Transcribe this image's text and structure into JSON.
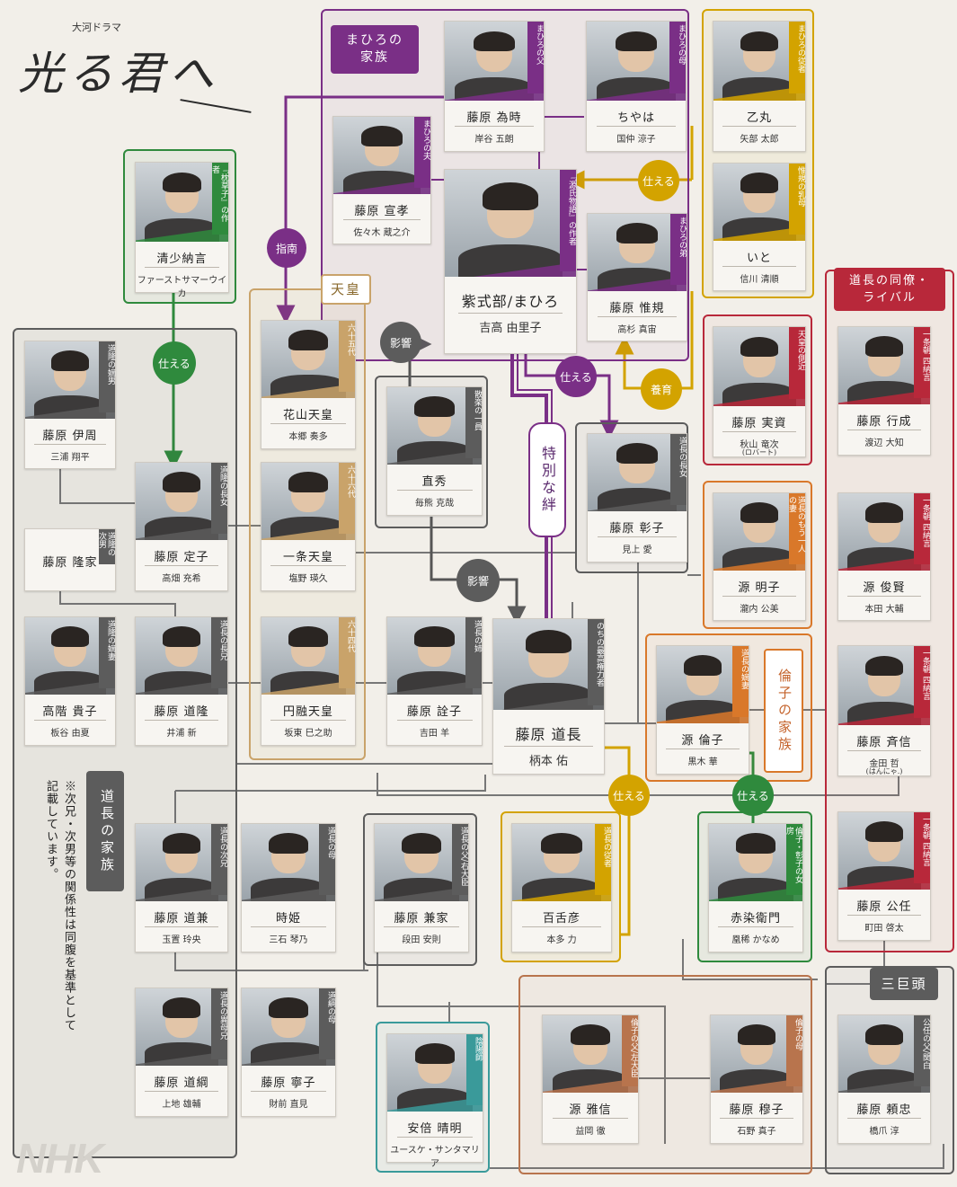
{
  "title": {
    "pre": "大河ドラマ",
    "logo": "光る君へ"
  },
  "brand": "NHK",
  "note": "※次兄・次男等の関係性は同腹を基準として記載しています。",
  "groups": {
    "mahiro_family": "まひろの家族",
    "tenno": "天皇",
    "michinaga_family": "道長の家族",
    "michinaga_rivals": "道長の同僚・ライバル",
    "rinshi_family": "倫子の家族",
    "sankyoto": "三巨頭"
  },
  "relations": {
    "shinan": "指南",
    "tsukaeru": "仕える",
    "eikyo": "影響",
    "yoiku": "養育",
    "special_bond": "特別な絆"
  },
  "colors": {
    "purple": "#7a2f86",
    "gold": "#d3a300",
    "green": "#2f8a3d",
    "red": "#b8283a",
    "orange": "#d9782a",
    "gray": "#5c5c5c",
    "teal": "#3a9a9a",
    "brown": "#b8744d",
    "tan": "#c9a36a"
  },
  "cards": [
    {
      "id": "tametoki",
      "name": "藤原 為時",
      "actor": "岸谷 五朗",
      "role": "まひろの父"
    },
    {
      "id": "chiyaha",
      "name": "ちやは",
      "actor": "国仲 涼子",
      "role": "まひろの母"
    },
    {
      "id": "otomaru",
      "name": "乙丸",
      "actor": "矢部 太郎",
      "role": "まひろの従者"
    },
    {
      "id": "nobutaka",
      "name": "藤原 宣孝",
      "actor": "佐々木 蔵之介",
      "role": "まひろの夫"
    },
    {
      "id": "murasaki",
      "name": "紫式部/まひろ",
      "actor": "吉高 由里子",
      "role": "『源氏物語』の作者"
    },
    {
      "id": "nobunori",
      "name": "藤原 惟規",
      "actor": "高杉 真宙",
      "role": "まひろの弟"
    },
    {
      "id": "ito",
      "name": "いと",
      "actor": "信川 清順",
      "role": "惟規の乳母"
    },
    {
      "id": "seishonagon",
      "name": "清少納言",
      "actor": "ファーストサマーウイカ",
      "role": "『枕草子』の作者"
    },
    {
      "id": "kazan",
      "name": "花山天皇",
      "actor": "本郷 奏多",
      "role": "六十五代"
    },
    {
      "id": "naohide",
      "name": "直秀",
      "actor": "毎熊 克哉",
      "role": "散楽の一員"
    },
    {
      "id": "sanesuke",
      "name": "藤原 実資",
      "actor": "秋山 竜次",
      "actor2": "(ロバート)",
      "role": "天皇の側近"
    },
    {
      "id": "yukinari",
      "name": "藤原 行成",
      "actor": "渡辺 大知",
      "role": "一条朝 四納言"
    },
    {
      "id": "korechika",
      "name": "藤原 伊周",
      "actor": "三浦 翔平",
      "role": "道隆の嫡男"
    },
    {
      "id": "sadako",
      "name": "藤原 定子",
      "actor": "高畑 充希",
      "role": "道隆の長女"
    },
    {
      "id": "ichijo",
      "name": "一条天皇",
      "actor": "塩野 瑛久",
      "role": "六十六代"
    },
    {
      "id": "shoshi",
      "name": "藤原 彰子",
      "actor": "見上 愛",
      "role": "道長の長女"
    },
    {
      "id": "akiko",
      "name": "源 明子",
      "actor": "瀧内 公美",
      "role": "道長のもう一人の妻"
    },
    {
      "id": "toshikata",
      "name": "源 俊賢",
      "actor": "本田 大輔",
      "role": "一条朝 四納言"
    },
    {
      "id": "takaie",
      "name": "藤原 隆家",
      "actor": "",
      "role": "道隆の次男"
    },
    {
      "id": "takako",
      "name": "高階 貴子",
      "actor": "板谷 由夏",
      "role": "道隆の嫡妻"
    },
    {
      "id": "michitaka",
      "name": "藤原 道隆",
      "actor": "井浦 新",
      "role": "道長の長兄"
    },
    {
      "id": "enyu",
      "name": "円融天皇",
      "actor": "坂東 巳之助",
      "role": "六十四代"
    },
    {
      "id": "senshi",
      "name": "藤原 詮子",
      "actor": "吉田 羊",
      "role": "道長の姉"
    },
    {
      "id": "michinaga",
      "name": "藤原 道長",
      "actor": "柄本 佑",
      "role": "のちの最高権力者"
    },
    {
      "id": "rinshi",
      "name": "源 倫子",
      "actor": "黒木 華",
      "role": "道長の嫡妻"
    },
    {
      "id": "tadanobu",
      "name": "藤原 斉信",
      "actor": "金田 哲",
      "actor2": "(はんにゃ.)",
      "role": "一条朝 四納言"
    },
    {
      "id": "michikane",
      "name": "藤原 道兼",
      "actor": "玉置 玲央",
      "role": "道長の次兄"
    },
    {
      "id": "tokihime",
      "name": "時姫",
      "actor": "三石 琴乃",
      "role": "道長の母"
    },
    {
      "id": "kaneie",
      "name": "藤原 兼家",
      "actor": "段田 安則",
      "role": "道長の父/右大臣"
    },
    {
      "id": "momozuhiko",
      "name": "百舌彦",
      "actor": "本多 力",
      "role": "道長の従者"
    },
    {
      "id": "akazome",
      "name": "赤染衛門",
      "actor": "凰稀 かなめ",
      "role": "倫子・彰子の女房"
    },
    {
      "id": "kinto",
      "name": "藤原 公任",
      "actor": "町田 啓太",
      "role": "一条朝 四納言"
    },
    {
      "id": "michitsuna",
      "name": "藤原 道綱",
      "actor": "上地 雄輔",
      "role": "道長の異母兄"
    },
    {
      "id": "neishi",
      "name": "藤原 寧子",
      "actor": "財前 直見",
      "role": "道綱の母"
    },
    {
      "id": "seimei",
      "name": "安倍 晴明",
      "actor": "ユースケ・サンタマリア",
      "role": "陰陽師"
    },
    {
      "id": "masanobu",
      "name": "源 雅信",
      "actor": "益岡 徹",
      "role": "倫子の父/左大臣"
    },
    {
      "id": "bokushi",
      "name": "藤原 穆子",
      "actor": "石野 真子",
      "role": "倫子の母"
    },
    {
      "id": "yoritada",
      "name": "藤原 頼忠",
      "actor": "橋爪 淳",
      "role": "公任の父/関白"
    }
  ]
}
